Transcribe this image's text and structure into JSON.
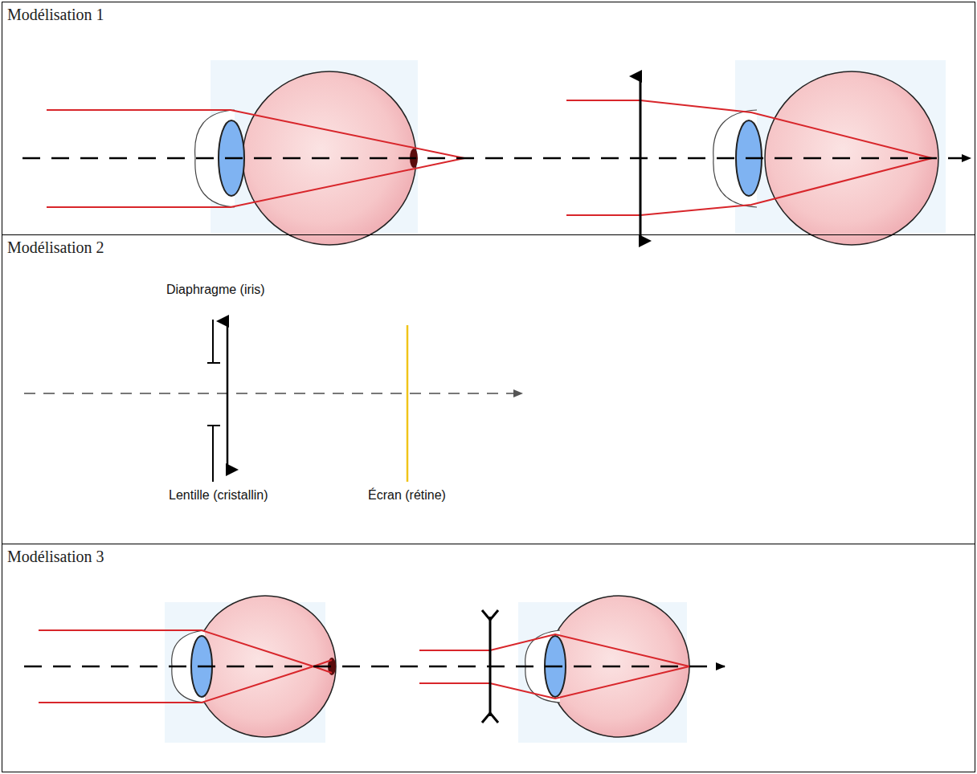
{
  "diagram": {
    "nodes": [
      {
        "text": [
          "Modélisation 1"
        ]
      },
      {
        "text": [
          "Modélisation 2"
        ]
      },
      {
        "text": [
          "Modélisation 3"
        ]
      }
    ],
    "labels": [
      "Diaphragme (iris)",
      "Lentille (cristallin)",
      "Écran (rétine)"
    ]
  }
}
